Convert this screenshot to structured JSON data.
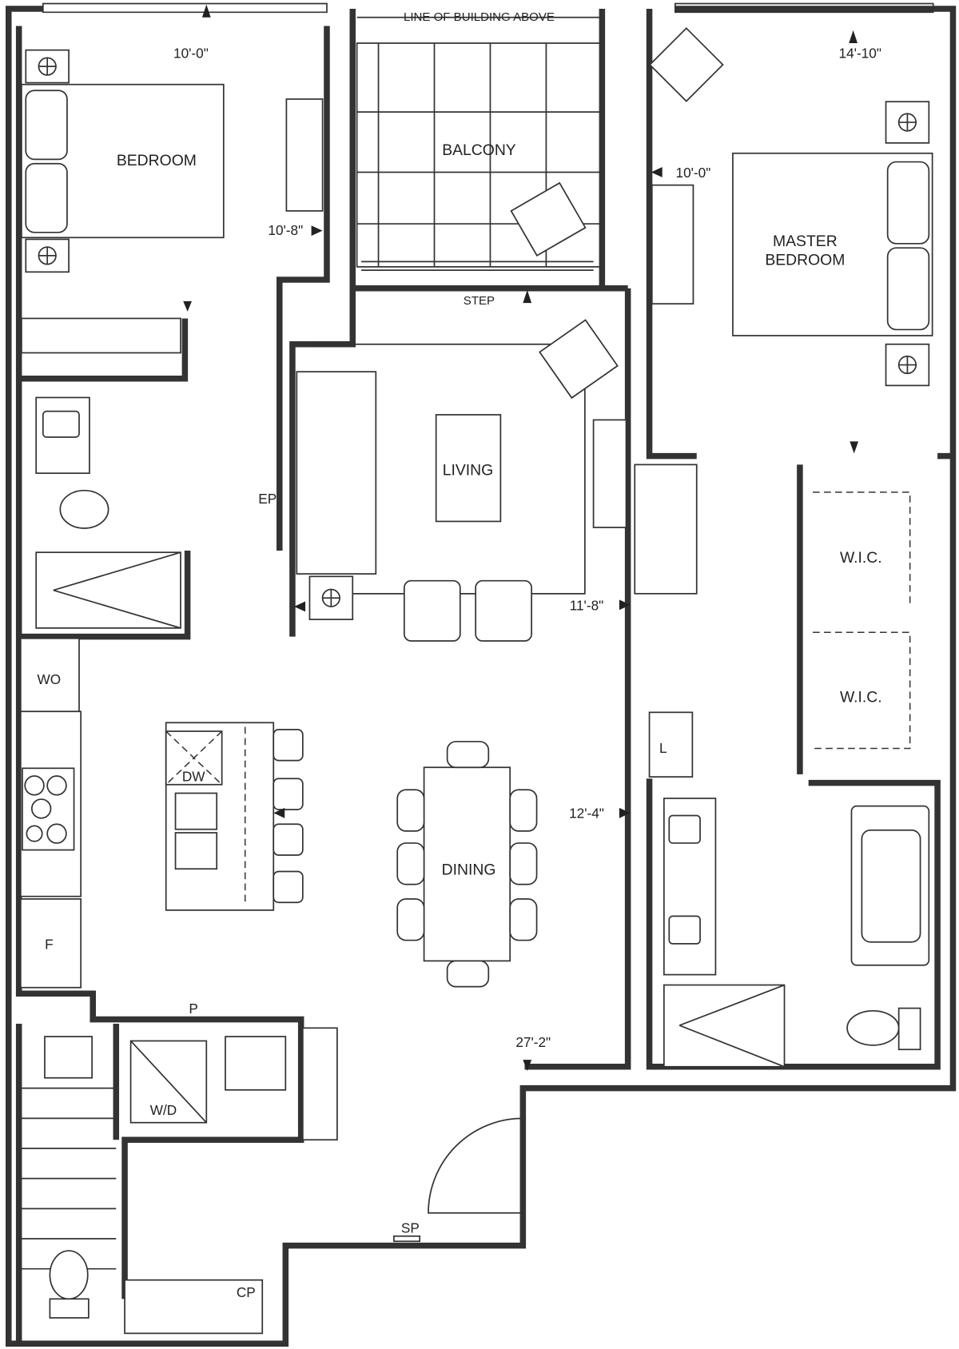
{
  "plan": {
    "rooms": {
      "bedroom": "BEDROOM",
      "balcony": "BALCONY",
      "master_line1": "MASTER",
      "master_line2": "BEDROOM",
      "living": "LIVING",
      "dining": "DINING",
      "wic1": "W.I.C.",
      "wic2": "W.I.C."
    },
    "notes": {
      "line_of_building": "LINE OF BUILDING ABOVE",
      "step": "STEP",
      "ep": "EP",
      "wo": "WO",
      "dw": "DW",
      "f": "F",
      "p": "P",
      "l": "L",
      "wd": "W/D",
      "sp": "SP",
      "cp": "CP"
    },
    "dimensions": {
      "bedroom_width": "10'-0\"",
      "bedroom_length": "10'-8\"",
      "master_width": "14'-10\"",
      "master_length": "10'-0\"",
      "living": "11'-8\"",
      "dining": "12'-4\"",
      "overall": "27'-2\""
    }
  }
}
